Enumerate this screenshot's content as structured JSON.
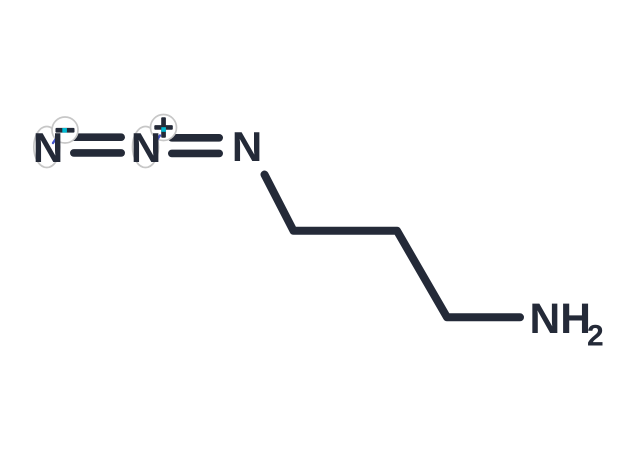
{
  "canvas": {
    "background": "#ffffff"
  },
  "palette": {
    "structure": "#242a38",
    "highlight_ring": "#c7c7c7",
    "charge_dot": "#00bcd4",
    "charge_leader": "#4353c9",
    "badge_fill": "#ffffff"
  },
  "molecule": {
    "atoms": {
      "azide_terminal_n": {
        "label": "N",
        "charge": "-"
      },
      "azide_central_n": {
        "label": "N",
        "charge": "+"
      },
      "azide_inner_n": {
        "label": "N"
      },
      "amine": {
        "label": "NH",
        "subscript": "2"
      }
    }
  }
}
